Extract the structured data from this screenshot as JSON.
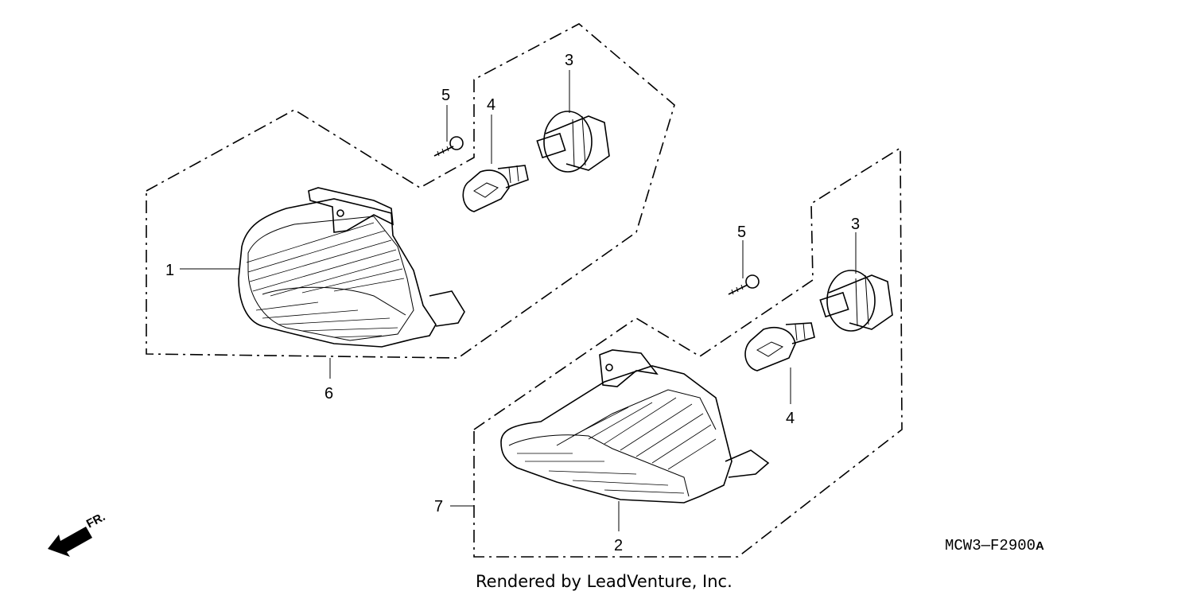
{
  "diagram": {
    "callouts": {
      "left_lens": "1",
      "right_lens": "2",
      "left_socket": "3",
      "right_socket": "3",
      "left_bulb": "4",
      "right_bulb": "4",
      "left_screw": "5",
      "right_screw": "5",
      "left_assembly": "6",
      "right_assembly": "7"
    },
    "direction_label": "FR.",
    "drawing_code": "MCW3—F2900",
    "drawing_code_suffix": "A",
    "credit": "Rendered by LeadVenture, Inc."
  }
}
